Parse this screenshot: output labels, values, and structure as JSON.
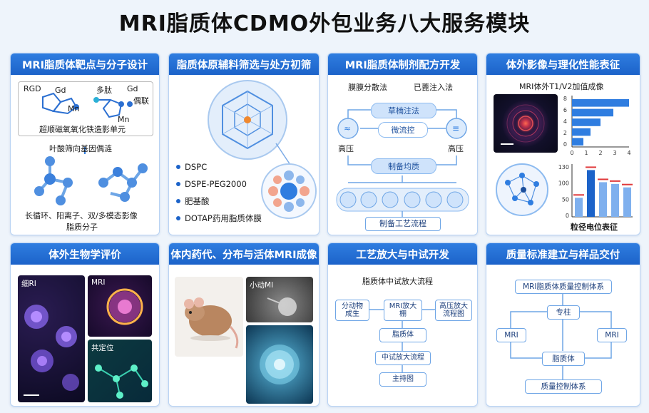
{
  "title": "MRI脂质体CDMO外包业务八大服务模块",
  "modules": [
    {
      "title": "MRI脂质体靶点与分子设计",
      "labels": {
        "rgd": "RGD",
        "gd1": "Gd",
        "mn1": "Mn",
        "peptide": "多肽",
        "gd2": "Gd",
        "conj": "偶联",
        "mn2": "Mn",
        "unit": "超顺磁氧氧化铁造影单元",
        "folate": "叶酸筛向基因偶涟",
        "bottom1": "长循环、阳离子、双/多模态影像",
        "bottom2": "脂质分子"
      }
    },
    {
      "title": "脂质体原辅料筛选与处方初筛",
      "items": [
        "DSPC",
        "DSPE-PEG2000",
        "肥基酸",
        "DOTAP药用脂质体膜"
      ]
    },
    {
      "title": "MRI脂质体制剂配方开发",
      "labels": {
        "left": "膜膜分散法",
        "right": "已蓖注入法",
        "top_pill": "草楠注法",
        "mid_pill": "微流控",
        "hp_left": "高压",
        "hp_right": "高压",
        "homog": "制备均质",
        "flow": "制备工艺流程"
      }
    },
    {
      "title": "体外影像与理化性能表征",
      "labels": {
        "imaging": "MRI体外T1/V2加值成像",
        "size": "粒径电位表征"
      },
      "hbar": {
        "x_ticks": [
          "0",
          "1",
          "2",
          "3",
          "4"
        ],
        "y_ticks": [
          "8",
          "6",
          "4",
          "2",
          "0"
        ],
        "values": [
          4.0,
          2.9,
          2.0,
          1.3,
          0.8
        ]
      },
      "vbar": {
        "y_ticks": [
          "130",
          "100",
          "50",
          "0"
        ],
        "values": [
          55,
          135,
          100,
          95,
          85
        ]
      }
    },
    {
      "title": "体外生物学评价",
      "photos": [
        "细RI",
        "MRI",
        "共定位"
      ]
    },
    {
      "title": "体内药代、分布与活体MRI成像",
      "photos": [
        "小动MI"
      ]
    },
    {
      "title": "工艺放大与中试开发",
      "labels": {
        "heading": "脂质体中试放大流程",
        "b1": "分动物\n成生",
        "b2": "MRI放大\n棚",
        "b3": "高压放大\n流程图",
        "b4": "脂质体",
        "b5": "中试放大流程",
        "b6": "主持图"
      }
    },
    {
      "title": "质量标准建立与样品交付",
      "labels": {
        "top": "MRI脂质体质量控制体系",
        "mid": "专柱",
        "left": "MRI",
        "right": "MRI",
        "center": "脂质体",
        "bottom": "质量控制体系"
      }
    }
  ],
  "colors": {
    "header": "#1c63c9",
    "accent": "#2f7de0",
    "border": "#b9d3f3",
    "bar": "#2f7de0",
    "red": "#e0393b"
  }
}
